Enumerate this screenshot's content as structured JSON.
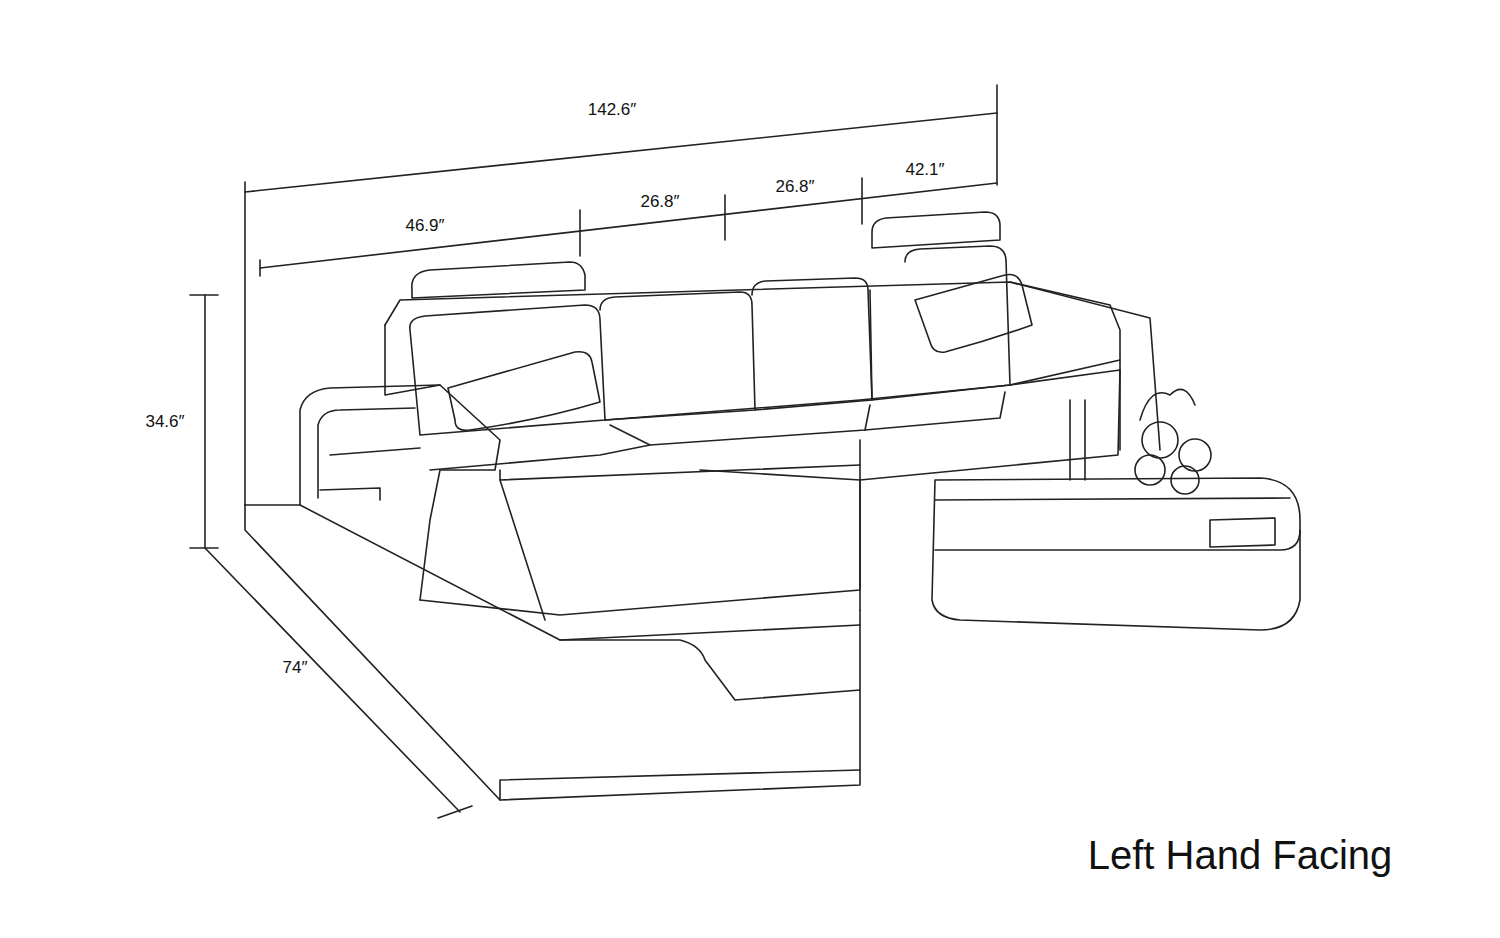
{
  "diagram": {
    "caption": "Left Hand Facing",
    "labels": [
      "142.6″",
      "46.9″",
      "26.8″",
      "26.8″",
      "42.1″",
      "34.6″",
      "74″"
    ]
  }
}
